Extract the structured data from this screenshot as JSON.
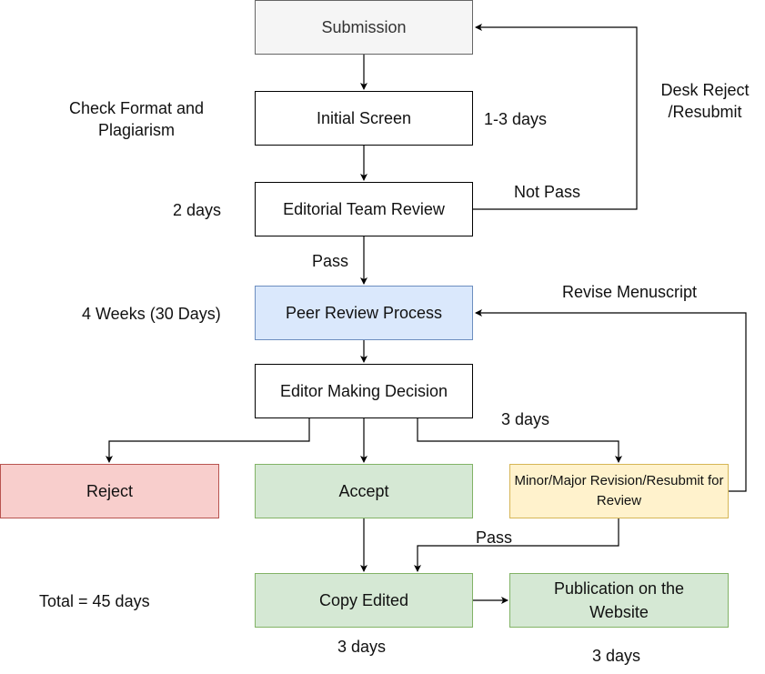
{
  "nodes": {
    "submission": "Submission",
    "initial_screen": "Initial Screen",
    "editorial_review": "Editorial Team Review",
    "peer_review": "Peer Review Process",
    "editor_decision": "Editor Making Decision",
    "reject": "Reject",
    "accept": "Accept",
    "revision": "Minor/Major Revision/Resubmit for Review",
    "copy_edited": "Copy Edited",
    "publication": "Publication on the Website"
  },
  "labels": {
    "check_format": "Check Format and Plagiarism",
    "initial_days": "1-3 days",
    "editorial_days": "2 days",
    "not_pass": "Not Pass",
    "desk_reject": "Desk Reject /Resubmit",
    "pass_editorial": "Pass",
    "peer_days": "4 Weeks (30 Days)",
    "revise_manuscript": "Revise Menuscript",
    "decision_days": "3 days",
    "pass_revision": "Pass",
    "total": "Total = 45 days",
    "copy_days": "3 days",
    "publication_days": "3 days"
  },
  "colors": {
    "default_fill": "#ffffff",
    "submission_fill": "#f5f5f5",
    "peer_review_fill": "#dae8fc",
    "reject_fill": "#f8cecc",
    "accept_fill": "#d5e8d4",
    "revision_fill": "#fff2cc"
  }
}
